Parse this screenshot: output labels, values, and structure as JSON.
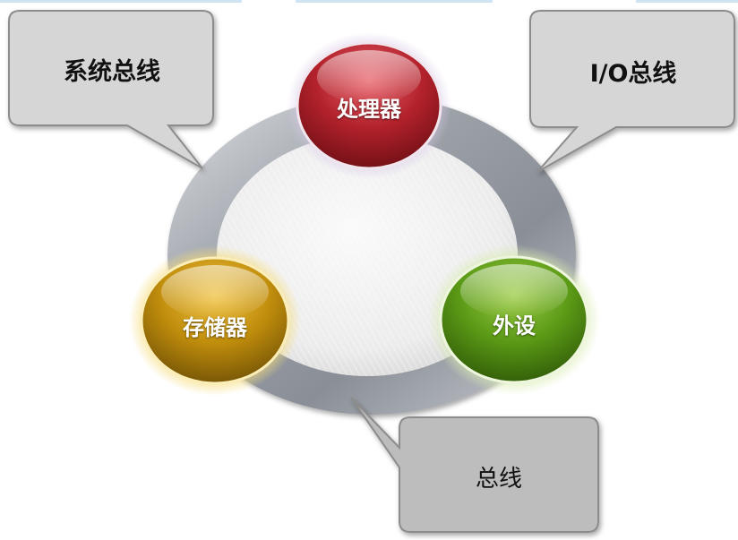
{
  "diagram": {
    "nodes": {
      "processor": {
        "label": "处理器",
        "color": "#a3202a"
      },
      "memory": {
        "label": "存储器",
        "color": "#b88a08"
      },
      "peripheral": {
        "label": "外设",
        "color": "#4e8a12"
      }
    },
    "callouts": {
      "system_bus": "系统总线",
      "io_bus": "I/O总线",
      "bus": "总线"
    }
  }
}
